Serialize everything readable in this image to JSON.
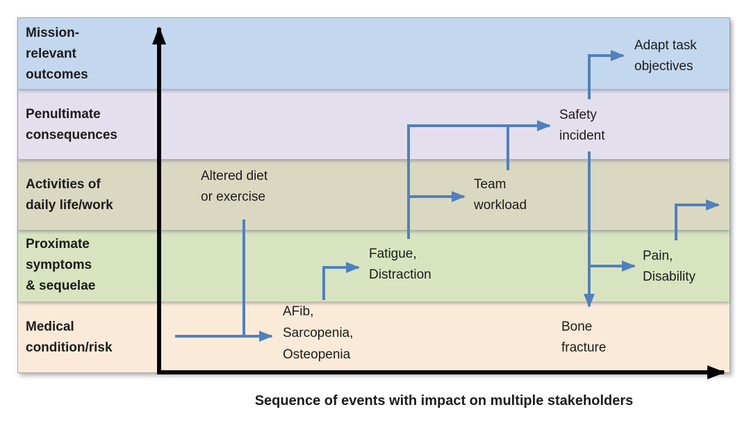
{
  "diagram": {
    "bands": [
      {
        "label": "Mission-\nrelevant\noutcomes"
      },
      {
        "label": "Penultimate\nconsequences"
      },
      {
        "label": "Activities of\ndaily life/work"
      },
      {
        "label": "Proximate\nsymptoms\n& sequelae"
      },
      {
        "label": "Medical\ncondition/risk"
      }
    ],
    "events": [
      {
        "label": "Altered diet\nor exercise"
      },
      {
        "label": "AFib,\nSarcopenia,\nOsteopenia"
      },
      {
        "label": "Fatigue,\nDistraction"
      },
      {
        "label": "Team\nworkload"
      },
      {
        "label": "Safety\nincident"
      },
      {
        "label": "Adapt task\nobjectives"
      },
      {
        "label": "Bone\nfracture"
      },
      {
        "label": "Pain,\nDisability"
      }
    ],
    "x_axis_label": "Sequence of events with impact on multiple stakeholders"
  },
  "colors": {
    "band_mission": "#c3d7ee",
    "band_penultimate": "#e4dfed",
    "band_activities": "#dbd8c1",
    "band_proximate": "#d8e4bf",
    "band_medical": "#fcead8",
    "arrow": "#4f81bd",
    "axis": "#000000",
    "text": "#1c1c1c"
  }
}
